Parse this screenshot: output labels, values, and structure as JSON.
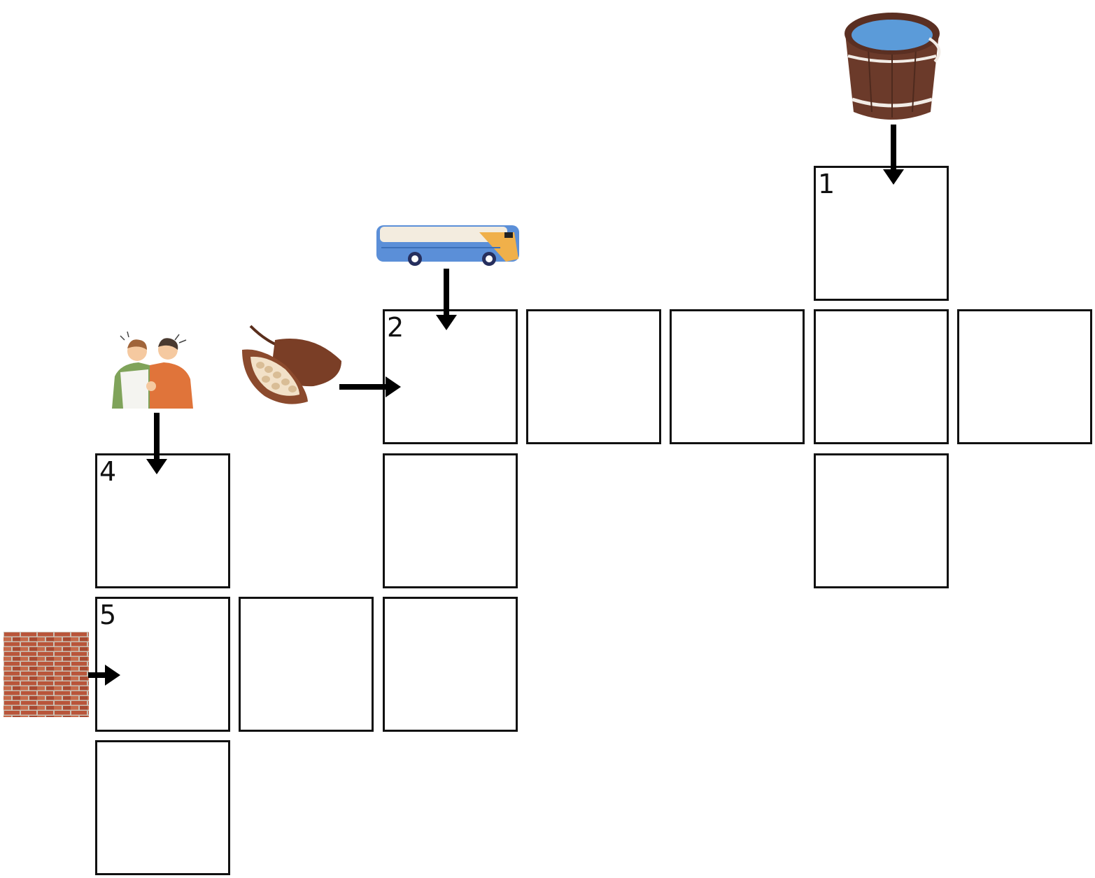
{
  "puzzle": {
    "clue_numbers": {
      "n1": "1",
      "n2": "2",
      "n4": "4",
      "n5": "5"
    },
    "clues": [
      {
        "number": "1",
        "icon": "bucket-icon",
        "direction": "down"
      },
      {
        "number": "2",
        "icon": "bus-icon",
        "direction": "down"
      },
      {
        "number": "2",
        "icon": "cocoa-pod-icon",
        "direction": "across"
      },
      {
        "number": "4",
        "icon": "friends-icon",
        "direction": "down"
      },
      {
        "number": "5",
        "icon": "brick-wall-icon",
        "direction": "across"
      }
    ]
  },
  "colors": {
    "grid_line": "#111111",
    "background": "#ffffff"
  }
}
